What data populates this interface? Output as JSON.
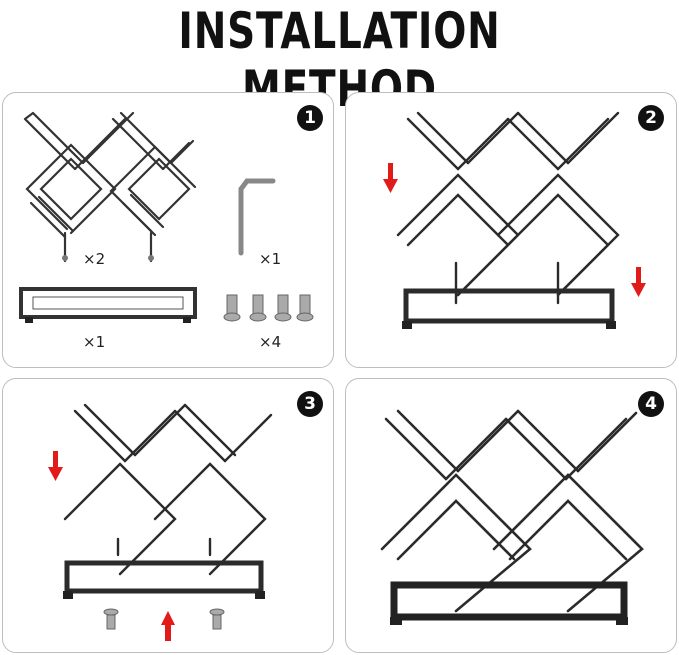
{
  "title": "INSTALLATION METHOD",
  "steps": [
    {
      "number": "1",
      "labels": {
        "racks": "×2",
        "wrench": "×1",
        "base": "×1",
        "screws": "×4"
      }
    },
    {
      "number": "2"
    },
    {
      "number": "3"
    },
    {
      "number": "4"
    }
  ],
  "colors": {
    "arrow": "#e11a1a",
    "metal": "#2b2b2b",
    "border": "#bdbdbd"
  }
}
